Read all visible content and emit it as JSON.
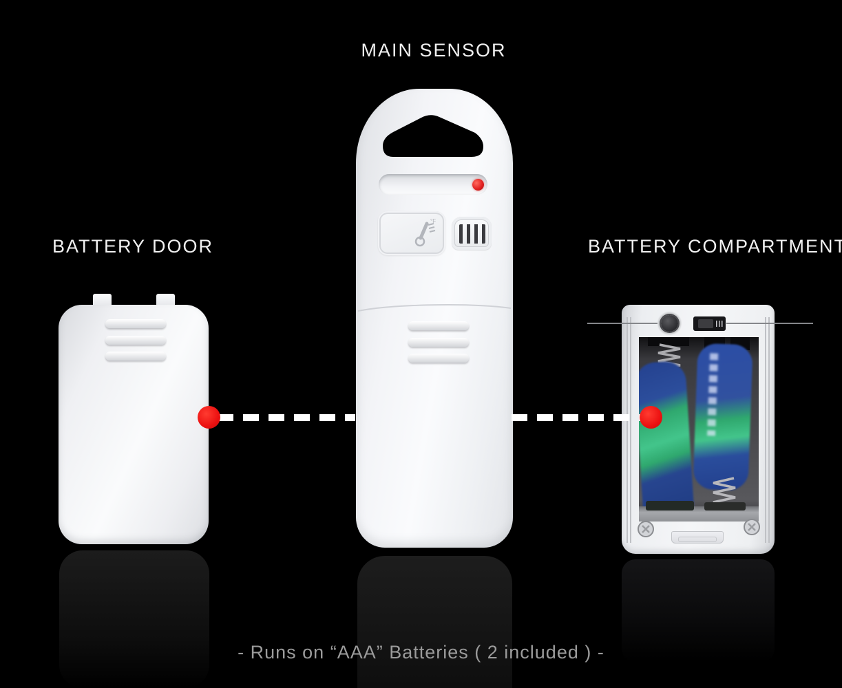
{
  "labels": {
    "main_sensor": "MAIN SENSOR",
    "battery_door": "BATTERY DOOR",
    "battery_compartment": "BATTERY COMPARTMENT"
  },
  "caption": {
    "text": "- Runs on “AAA” Batteries ( 2 included ) -"
  },
  "colors": {
    "background": "#000000",
    "device_white": "#f2f3f6",
    "accent_red_dot": "#ec1111",
    "led_red": "#e32222",
    "dashed_line": "#ffffff",
    "label_text": "#f1f1f1",
    "caption_text": "#9b9b9b",
    "battery_blue": "#2b4da5",
    "battery_green": "#3cbd83",
    "compartment_interior": "#4a4a4e"
  },
  "icons": {
    "thermometer": "thermometer-f-icon",
    "led": "led-indicator-icon",
    "vent": "vent-grille-icon",
    "reset_button": "round-reset-button",
    "channel_switch": "slide-switch",
    "spring": "battery-spring",
    "screw": "cross-screw"
  },
  "parts": {
    "battery_type": "AAA",
    "battery_count": 2,
    "door_tabs": 2,
    "door_ridges": 3,
    "sensor_ridges": 3,
    "vent_slats": 4,
    "screws": 2,
    "springs": 2,
    "red_markers": 2
  }
}
